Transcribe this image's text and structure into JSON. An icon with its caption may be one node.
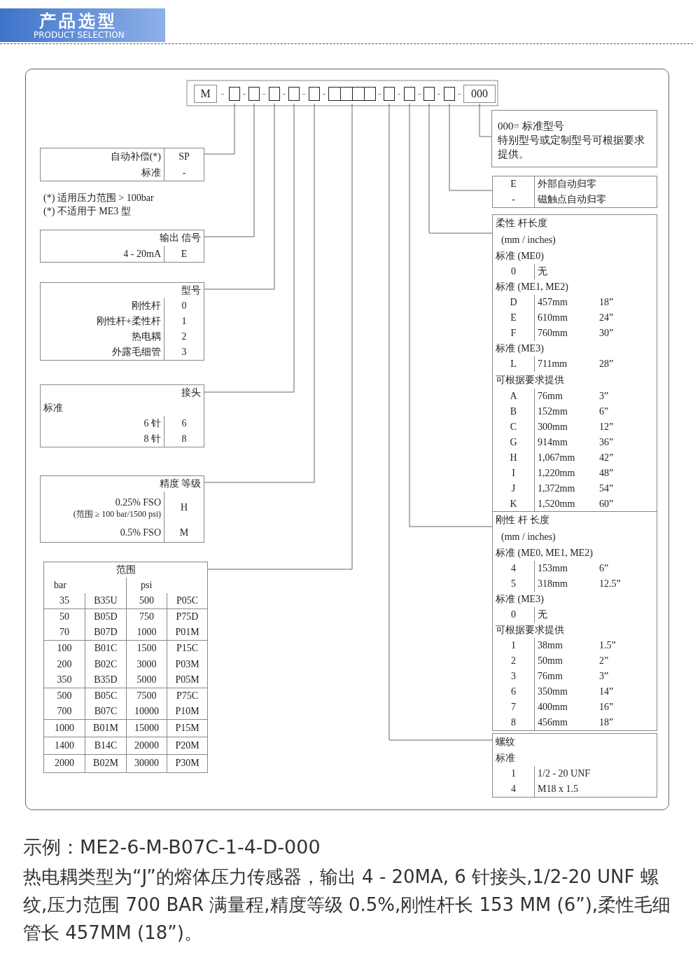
{
  "diagram": {
    "title": "产品选型",
    "caption": "热电耦类型为“J”的熔体压力传感器，输出 4 - 20MA, 6 针接头,1/2-20 UNF 螺纹,压力范围 700 BAR 满量程,精度等级 0.5%,刚性杆长 153 MM (6”),柔性毛细管长 457MM (18”)。",
    "nodes": [
      {
        "text": [
          "M"
        ]
      },
      {
        "text": [],
        "shape": "box"
      },
      {
        "text": [],
        "shape": "box"
      },
      {
        "text": [],
        "shape": "box"
      },
      {
        "text": [],
        "shape": "box"
      },
      {
        "text": [],
        "shape": "box"
      },
      {
        "text": [],
        "shape": "box"
      },
      {
        "text": [],
        "shape": "box"
      },
      {
        "text": [],
        "shape": "box"
      },
      {
        "text": [],
        "shape": "box"
      },
      {
        "text": [],
        "shape": "box"
      },
      {
        "text": [
          "000"
        ]
      },
      {
        "text": [
          "000= 标准型号",
          "特别型号或定制型号可根据要求提供。"
        ]
      },
      {
        "text": [
          "E",
          "外部自动归零",
          "-",
          "磁触点自动归零"
        ]
      },
      {
        "text": [
          "柔性 杆长度",
          "(mm / inches)",
          "标准 (ME0)",
          "0",
          "无",
          "标准 (ME1, ME2)",
          "D",
          "457mm",
          "18”",
          "E",
          "610mm",
          "24”",
          "F",
          "760mm",
          "30”",
          "标准 (ME3)",
          "L",
          "711mm",
          "28”",
          "可根据要求提供",
          "A",
          "76mm",
          "3”",
          "B",
          "152mm",
          "6”",
          "C",
          "300mm",
          "12”",
          "G",
          "914mm",
          "36”",
          "H",
          "1,067mm",
          "42”",
          "I",
          "1,220mm",
          "48”",
          "J",
          "1,372mm",
          "54”",
          "K",
          "1,520mm",
          "60”"
        ]
      },
      {
        "text": [
          "刚性 杆 长度",
          "(mm / inches)",
          "标准 (ME0, ME1, ME2)",
          "4",
          "153mm",
          "6”",
          "5",
          "318mm",
          "12.5”",
          "标准 (ME3)",
          "0",
          "无",
          "可根据要求提供",
          "1",
          "38mm",
          "1.5”",
          "2",
          "50mm",
          "2”",
          "3",
          "76mm",
          "3”",
          "6",
          "350mm",
          "14”",
          "7",
          "400mm",
          "16”",
          "8",
          "456mm",
          "18”"
        ]
      },
      {
        "text": [
          "螺纹",
          "标准",
          "1",
          "1/2 - 20 UNF",
          "4",
          "M18 x 1.5"
        ]
      },
      {
        "text": [
          "自动补偿(*)",
          "SP",
          "标准",
          "-"
        ]
      },
      {
        "text": [
          "输出 信号",
          "4 - 20mA",
          "E"
        ]
      },
      {
        "text": [
          "型号",
          "刚性杆",
          "0",
          "刚性杆+柔性杆",
          "1",
          "热电耦",
          "2",
          "外露毛细管",
          "3"
        ]
      },
      {
        "text": [
          "接头",
          "标准",
          "6 针",
          "6",
          "8 针",
          "8"
        ]
      },
      {
        "text": [
          "精度 等级",
          "0.25% FSO",
          "(范围 ≥ 100 bar/1500 psi)",
          "H",
          "0.5% FSO",
          "M"
        ]
      },
      {
        "text": [
          "范围",
          "bar",
          "psi",
          "35",
          "B35U",
          "500",
          "P05C",
          "50",
          "B05D",
          "750",
          "P75D",
          "70",
          "B07D",
          "1000",
          "P01M",
          "100",
          "B01C",
          "1500",
          "P15C",
          "200",
          "B02C",
          "3000",
          "P03M",
          "350",
          "B35D",
          "5000",
          "P05M",
          "500",
          "B05C",
          "7500",
          "P75C",
          "700",
          "B07C",
          "10000",
          "P10M",
          "1000",
          "B01M",
          "15000",
          "P15M",
          "1400",
          "B14C",
          "20000",
          "P20M",
          "2000",
          "B02M",
          "30000",
          "P30M"
        ]
      }
    ],
    "edges": [
      {
        "from": 1,
        "to": 17,
        "arrow": "none"
      },
      {
        "from": 2,
        "to": 18,
        "arrow": "none"
      },
      {
        "from": 3,
        "to": 19,
        "arrow": "none"
      },
      {
        "from": 4,
        "to": 20,
        "arrow": "none"
      },
      {
        "from": 5,
        "to": 21,
        "arrow": "none"
      },
      {
        "from": 6,
        "to": 22,
        "arrow": "none"
      },
      {
        "from": 7,
        "to": 16,
        "arrow": "none"
      },
      {
        "from": 8,
        "to": 15,
        "arrow": "none"
      },
      {
        "from": 9,
        "to": 14,
        "arrow": "none"
      },
      {
        "from": 10,
        "to": 13,
        "arrow": "none"
      },
      {
        "from": 11,
        "to": 12,
        "arrow": "none"
      }
    ],
    "labels": [
      "PRODUCT SELECTION",
      "-",
      "-",
      "-",
      "-",
      "-",
      "-",
      "-",
      "-",
      "-",
      "-",
      "-",
      "(*) 适用压力范围 > 100bar",
      "(*) 不适用于 ME3 型",
      "示例：ME2-6-M-B07C-1-4-D-000"
    ]
  }
}
